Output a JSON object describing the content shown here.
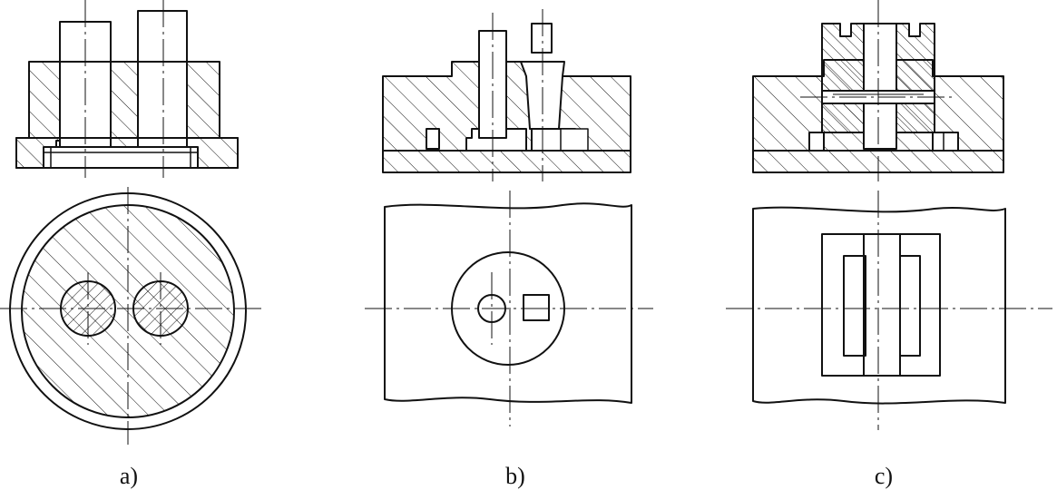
{
  "figure": {
    "captions": {
      "a": "a)",
      "b": "b)",
      "c": "c)"
    },
    "colors": {
      "ink": "#111111",
      "paper": "#ffffff"
    }
  }
}
